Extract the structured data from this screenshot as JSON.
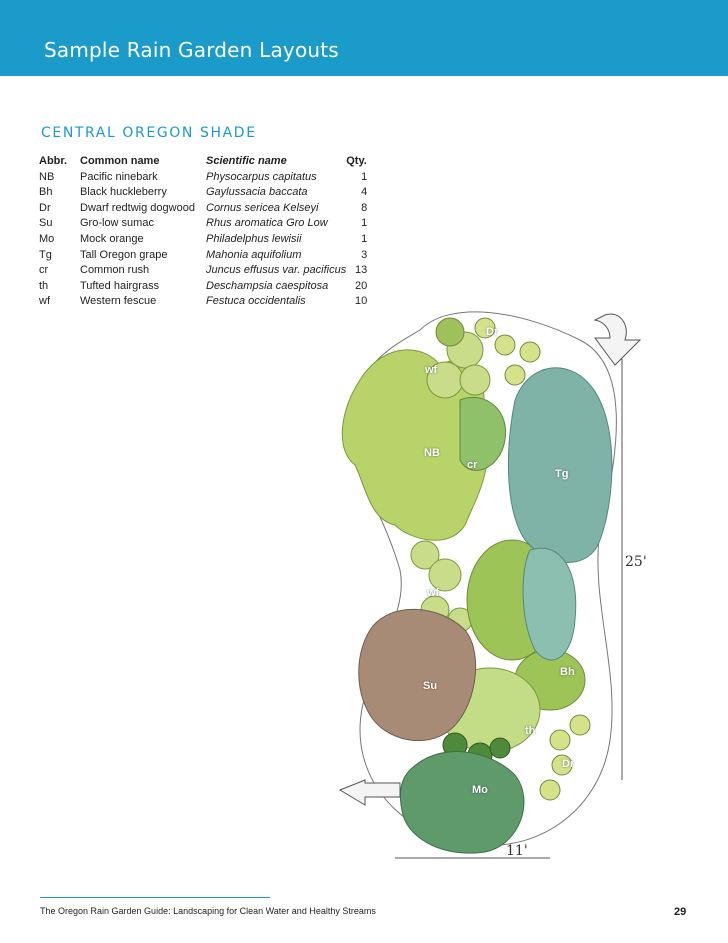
{
  "banner": {
    "title": "Sample Rain Garden Layouts"
  },
  "section": {
    "title": "CENTRAL OREGON SHADE"
  },
  "table": {
    "headers": {
      "abbr": "Abbr.",
      "common": "Common name",
      "scientific": "Scientific name",
      "qty": "Qty."
    },
    "rows": [
      {
        "abbr": "NB",
        "common": "Pacific ninebark",
        "scientific": "Physocarpus capitatus",
        "qty": "1"
      },
      {
        "abbr": "Bh",
        "common": "Black huckleberry",
        "scientific": "Gaylussacia baccata",
        "qty": "4"
      },
      {
        "abbr": "Dr",
        "common": "Dwarf redtwig dogwood",
        "scientific": "Cornus sericea Kelseyi",
        "qty": "8"
      },
      {
        "abbr": "Su",
        "common": "Gro-low sumac",
        "scientific": "Rhus aromatica Gro Low",
        "qty": "1"
      },
      {
        "abbr": "Mo",
        "common": "Mock orange",
        "scientific": "Philadelphus lewisii",
        "qty": "1"
      },
      {
        "abbr": "Tg",
        "common": "Tall Oregon grape",
        "scientific": "Mahonia aquifolium",
        "qty": "3"
      },
      {
        "abbr": "cr",
        "common": "Common rush",
        "scientific": "Juncus effusus var. pacificus",
        "qty": "13"
      },
      {
        "abbr": "th",
        "common": "Tufted hairgrass",
        "scientific": "Deschampsia caespitosa",
        "qty": "20"
      },
      {
        "abbr": "wf",
        "common": "Western fescue",
        "scientific": "Festuca occidentalis",
        "qty": "10"
      }
    ]
  },
  "plan": {
    "labels": {
      "dr_top": "Dr",
      "wf_top": "wf",
      "nb": "NB",
      "cr": "cr",
      "tg": "Tg",
      "wf_mid": "wf",
      "bh": "Bh",
      "su": "Su",
      "th": "th",
      "dr_bottom": "Dr",
      "mo": "Mo"
    },
    "dimensions": {
      "length": "25'",
      "width": "11'"
    }
  },
  "footer": {
    "text": "The Oregon Rain Garden Guide: Landscaping for Clean Water and Healthy Streams",
    "page_number": "29"
  },
  "colors": {
    "accent": "#1a9bc9",
    "light_green": "#b7d36a",
    "dark_green": "#5f9a6b",
    "teal": "#7fb3a8",
    "sumac": "#a88b76"
  }
}
